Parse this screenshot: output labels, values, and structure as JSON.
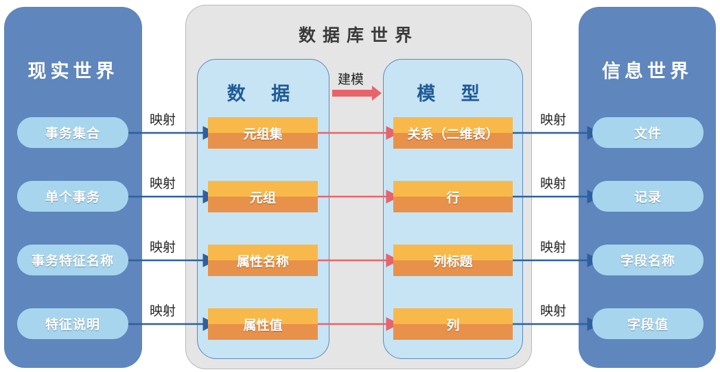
{
  "real_world": {
    "title": "现实世界",
    "items": [
      "事务集合",
      "单个事务",
      "事务特征名称",
      "特征说明"
    ]
  },
  "database_world": {
    "title": "数据库世界",
    "data": {
      "title": "数 据",
      "items": [
        "元组集",
        "元组",
        "属性名称",
        "属性值"
      ]
    },
    "model": {
      "title": "模 型",
      "items": [
        "关系（二维表）",
        "行",
        "列标题",
        "列"
      ]
    },
    "build_label": "建模"
  },
  "info_world": {
    "title": "信息世界",
    "items": [
      "文件",
      "记录",
      "字段名称",
      "字段值"
    ]
  },
  "mapping_label": "映射",
  "colors": {
    "blue_panel": "#5f86bd",
    "pill": "#a7d5ee",
    "inner": "#c7e4f4",
    "orange_top": "#f8b94a",
    "orange_bottom": "#e8914a",
    "arrow_red": "#e8646a",
    "arrow_blue": "#2f5f9e"
  }
}
